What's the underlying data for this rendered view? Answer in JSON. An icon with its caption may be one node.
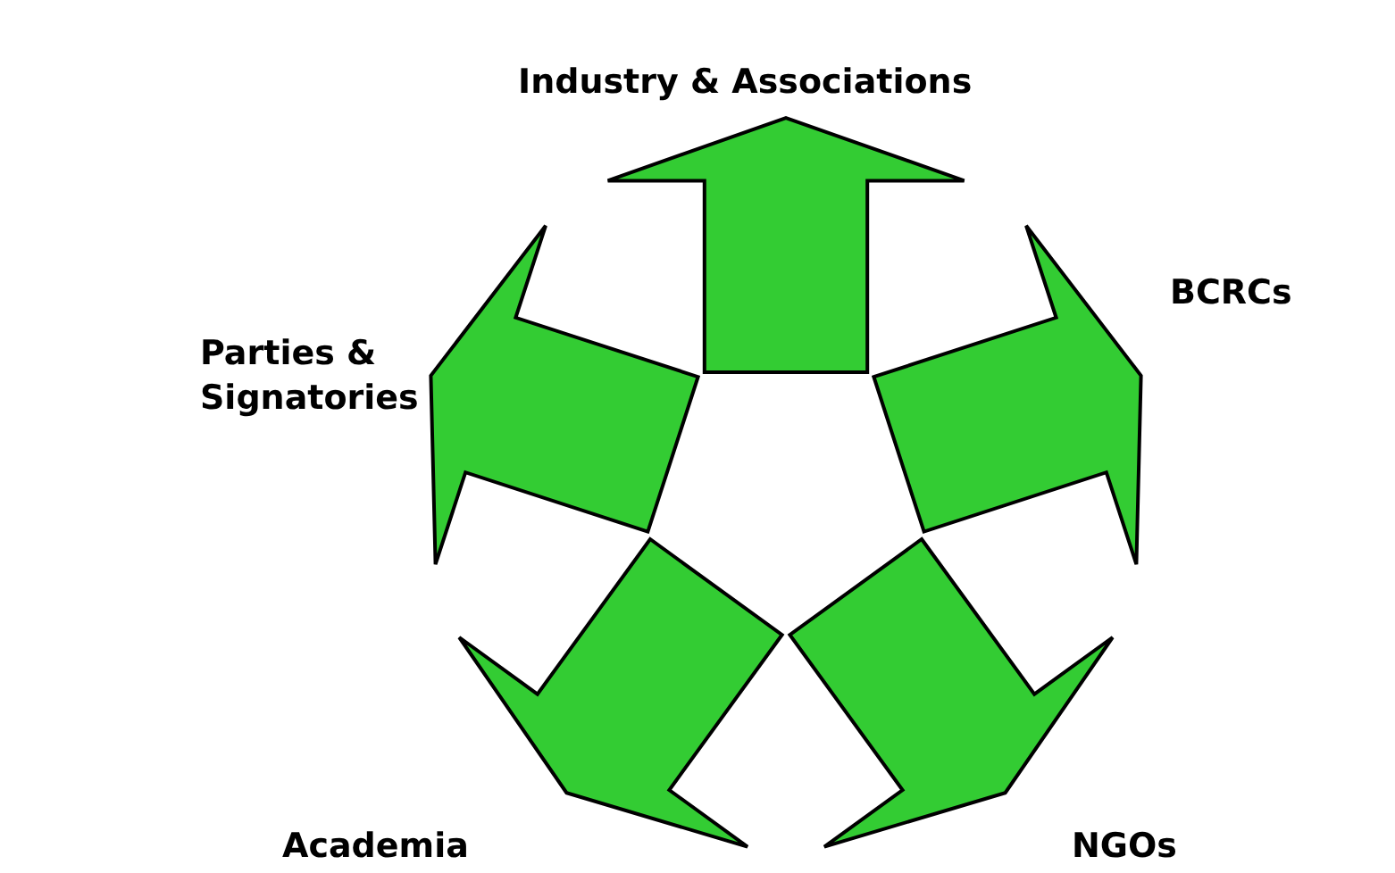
{
  "diagram": {
    "nodes": [
      {
        "text": [
          "Industry & Associations"
        ]
      },
      {
        "text": [
          "BCRCs"
        ]
      },
      {
        "text": [
          "Parties & Signatories"
        ]
      },
      {
        "text": [
          "Academia"
        ]
      },
      {
        "text": [
          "NGOs"
        ]
      }
    ],
    "edges": [
      {
        "from": null,
        "to": 0,
        "arrow": "to"
      },
      {
        "from": null,
        "to": 1,
        "arrow": "to"
      },
      {
        "from": null,
        "to": 2,
        "arrow": "to"
      },
      {
        "from": null,
        "to": 3,
        "arrow": "to"
      },
      {
        "from": null,
        "to": 4,
        "arrow": "to"
      }
    ]
  }
}
